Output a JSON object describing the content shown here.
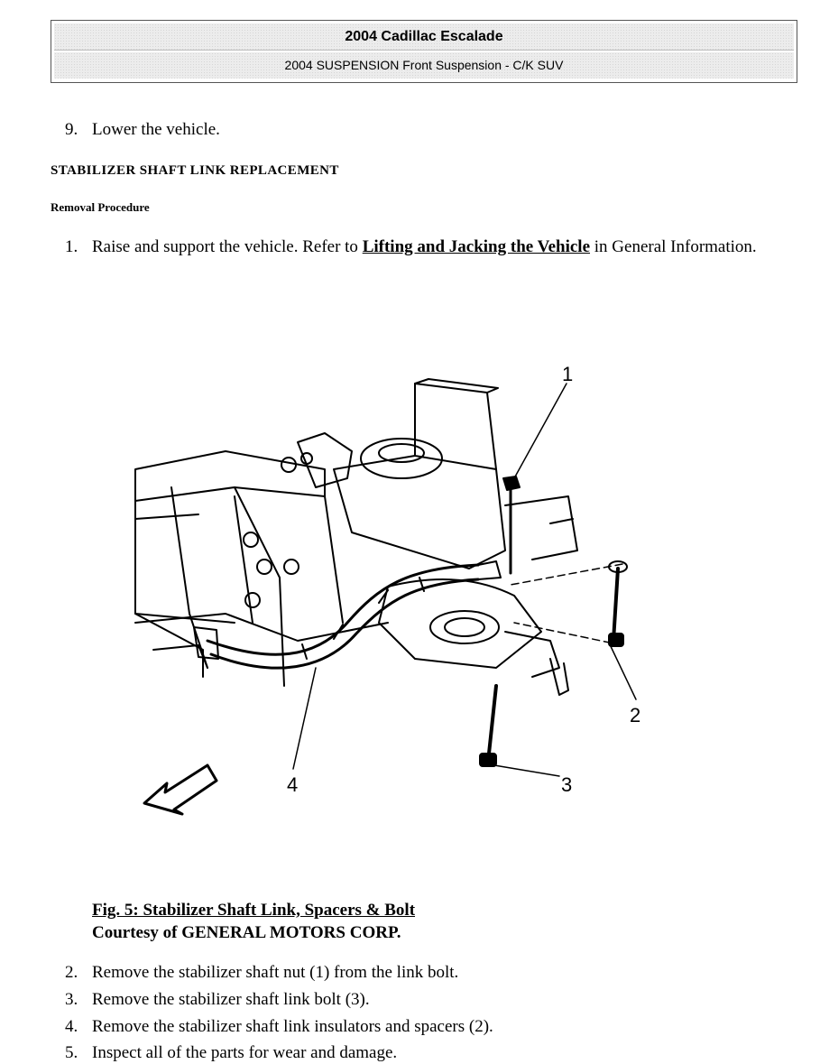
{
  "header": {
    "title": "2004 Cadillac Escalade",
    "subtitle": "2004 SUSPENSION Front Suspension - C/K SUV"
  },
  "prev_step": {
    "num": "9.",
    "text": "Lower the vehicle."
  },
  "section": {
    "title": "STABILIZER SHAFT LINK REPLACEMENT",
    "subtitle": "Removal Procedure"
  },
  "step1": {
    "num": "1.",
    "before": "Raise and support the vehicle. Refer to ",
    "link": "Lifting and Jacking the Vehicle",
    "after": " in General Information."
  },
  "figure": {
    "callouts": [
      "1",
      "2",
      "3",
      "4"
    ],
    "caption_title": "Fig. 5: Stabilizer Shaft Link, Spacers & Bolt",
    "caption_credit": "Courtesy of GENERAL MOTORS CORP."
  },
  "steps": [
    {
      "num": "2.",
      "text": "Remove the stabilizer shaft nut (1) from the link bolt."
    },
    {
      "num": "3.",
      "text": "Remove the stabilizer shaft link bolt (3)."
    },
    {
      "num": "4.",
      "text": "Remove the stabilizer shaft link insulators and spacers (2)."
    },
    {
      "num": "5.",
      "text": "Inspect all of the parts for wear and damage."
    }
  ]
}
